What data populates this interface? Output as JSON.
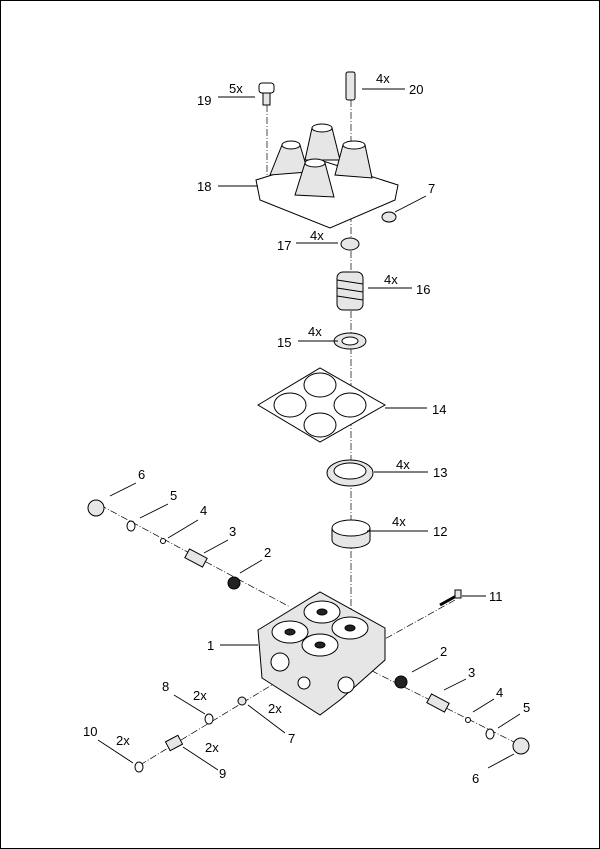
{
  "diagram": {
    "callouts": [
      {
        "id": "19",
        "num": "19",
        "qty": "5x"
      },
      {
        "id": "20",
        "num": "20",
        "qty": "4x"
      },
      {
        "id": "18",
        "num": "18",
        "qty": ""
      },
      {
        "id": "7a",
        "num": "7",
        "qty": ""
      },
      {
        "id": "17",
        "num": "17",
        "qty": "4x"
      },
      {
        "id": "16",
        "num": "16",
        "qty": "4x"
      },
      {
        "id": "15",
        "num": "15",
        "qty": "4x"
      },
      {
        "id": "14",
        "num": "14",
        "qty": ""
      },
      {
        "id": "13",
        "num": "13",
        "qty": "4x"
      },
      {
        "id": "12",
        "num": "12",
        "qty": "4x"
      },
      {
        "id": "6a",
        "num": "6",
        "qty": ""
      },
      {
        "id": "5a",
        "num": "5",
        "qty": ""
      },
      {
        "id": "4a",
        "num": "4",
        "qty": ""
      },
      {
        "id": "3a",
        "num": "3",
        "qty": ""
      },
      {
        "id": "2a",
        "num": "2",
        "qty": ""
      },
      {
        "id": "11",
        "num": "11",
        "qty": ""
      },
      {
        "id": "1",
        "num": "1",
        "qty": ""
      },
      {
        "id": "2b",
        "num": "2",
        "qty": ""
      },
      {
        "id": "3b",
        "num": "3",
        "qty": ""
      },
      {
        "id": "4b",
        "num": "4",
        "qty": ""
      },
      {
        "id": "5b",
        "num": "5",
        "qty": ""
      },
      {
        "id": "6b",
        "num": "6",
        "qty": ""
      },
      {
        "id": "8",
        "num": "8",
        "qty": "2x"
      },
      {
        "id": "7b",
        "num": "7",
        "qty": "2x"
      },
      {
        "id": "10",
        "num": "10",
        "qty": "2x"
      },
      {
        "id": "9",
        "num": "9",
        "qty": "2x"
      }
    ]
  }
}
